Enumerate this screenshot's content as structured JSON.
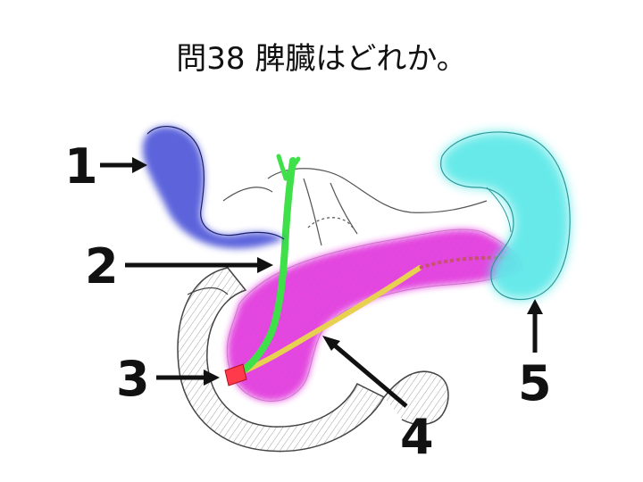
{
  "title": "問38 脾臓はどれか。",
  "labels": [
    "1",
    "2",
    "3",
    "4",
    "5"
  ],
  "colors": {
    "gallbladder": "#4b52d8",
    "bile_duct": "#3fe04a",
    "papilla": "#ff3a4a",
    "pancreas": "#e43ee0",
    "pancreatic_duct": "#e8d050",
    "spleen": "#5fe8e8",
    "arrow": "#111111"
  }
}
